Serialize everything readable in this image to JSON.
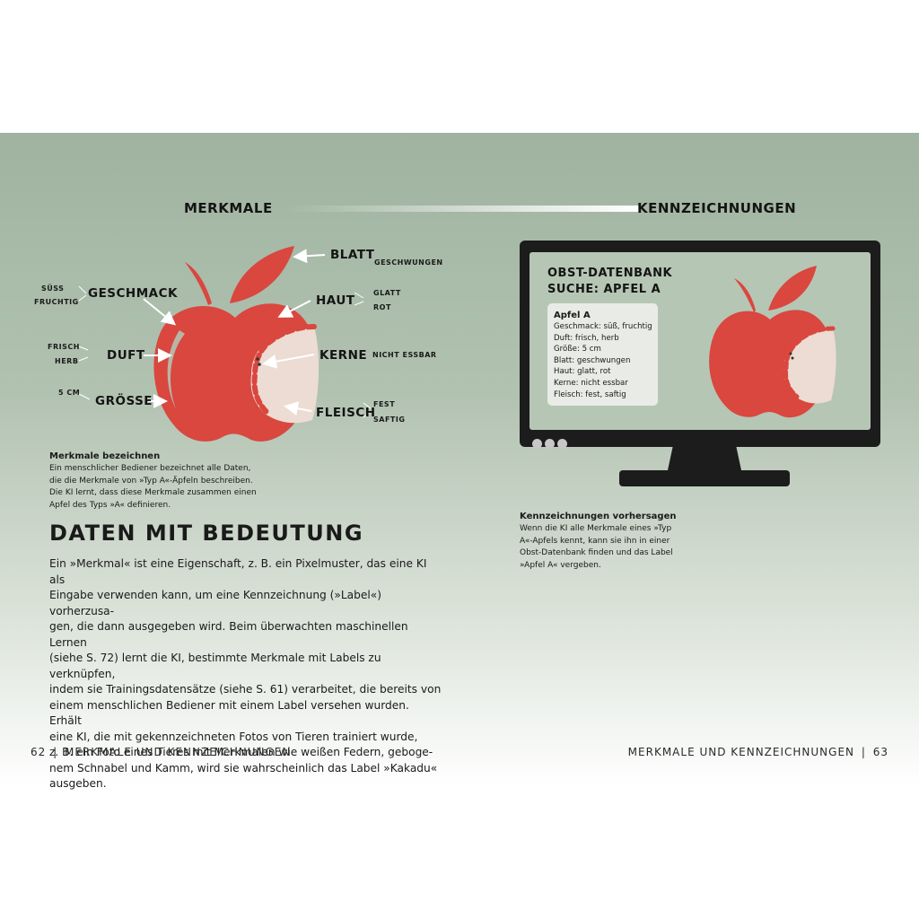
{
  "header": {
    "left": "MERKMALE",
    "right": "KENNZEICHNUNGEN"
  },
  "features": {
    "blatt": {
      "label": "BLATT",
      "detail": "GESCHWUNGEN"
    },
    "geschmack": {
      "label": "GESCHMACK",
      "detail1": "SÜSS",
      "detail2": "FRUCHTIG"
    },
    "haut": {
      "label": "HAUT",
      "detail1": "GLATT",
      "detail2": "ROT"
    },
    "duft": {
      "label": "DUFT",
      "detail1": "FRISCH",
      "detail2": "HERB"
    },
    "kerne": {
      "label": "KERNE",
      "detail": "NICHT ESSBAR"
    },
    "groesse": {
      "label": "GRÖSSE",
      "detail": "5 CM"
    },
    "fleisch": {
      "label": "FLEISCH",
      "detail1": "FEST",
      "detail2": "SAFTIG"
    }
  },
  "caption_left": {
    "title": "Merkmale bezeichnen",
    "lines": [
      "Ein menschlicher Bediener bezeichnet alle Daten,",
      "die die Merkmale von »Typ A«-Äpfeln beschreiben.",
      "Die KI lernt, dass diese Merkmale zusammen einen",
      "Apfel des Typs »A« definieren."
    ]
  },
  "screen": {
    "title_line1": "OBST-DATENBANK",
    "title_line2": "SUCHE: APFEL A",
    "card_title": "Apfel A",
    "card_lines": [
      "Geschmack: süß, fruchtig",
      "Duft: frisch, herb",
      "Größe: 5 cm",
      "Blatt: geschwungen",
      "Haut: glatt, rot",
      "Kerne: nicht essbar",
      "Fleisch: fest, saftig"
    ]
  },
  "caption_right": {
    "title": "Kennzeichnungen vorhersagen",
    "lines": [
      "Wenn die KI alle Merkmale eines »Typ",
      "A«-Apfels kennt, kann sie ihn in einer",
      "Obst-Datenbank finden und das Label",
      "»Apfel A« vergeben."
    ]
  },
  "article": {
    "title": "DATEN MIT BEDEUTUNG",
    "lines": [
      "Ein »Merkmal« ist eine Eigenschaft, z. B. ein Pixelmuster, das eine KI als",
      "Eingabe verwenden kann, um eine Kennzeichnung (»Label«) vorherzusa-",
      "gen, die dann ausgegeben wird. Beim überwachten maschinellen Lernen",
      "(siehe S. 72) lernt die KI, bestimmte Merkmale mit Labels zu verknüpfen,",
      "indem sie Trainingsdatensätze (siehe S. 61) verarbeitet, die bereits von",
      "einem menschlichen Bediener mit einem Label versehen wurden. Erhält",
      "eine KI, die mit gekennzeichneten Fotos von Tieren trainiert wurde,",
      "z. B. ein Foto eines Tieres mit Merkmalen wie weißen Federn, geboge-",
      "nem Schnabel und Kamm, wird sie wahrscheinlich das Label »Kakadu«",
      "ausgeben."
    ]
  },
  "footer": {
    "left_page": "62",
    "left_title": "MERKMALE UND KENNZEICHNUNGEN",
    "right_title": "MERKMALE UND KENNZEICHNUNGEN",
    "right_page": "63",
    "separator": "|"
  },
  "colors": {
    "apple_red": "#d9473f",
    "apple_flesh": "#ecdcd3",
    "monitor": "#1c1c1c",
    "screen_bg": "#b6c6b4",
    "background": "#a9bba9"
  }
}
